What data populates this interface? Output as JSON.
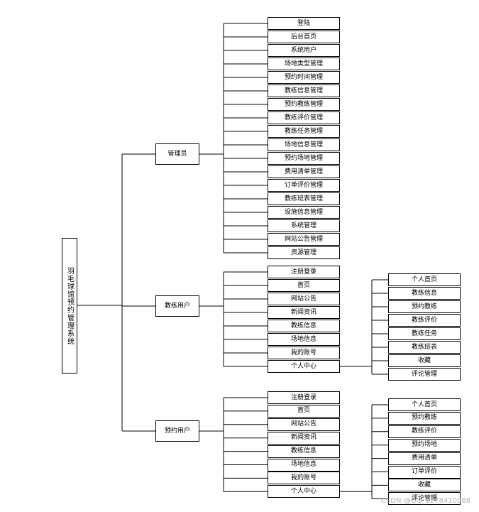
{
  "root": "羽毛球馆预约管理系统",
  "roles": [
    {
      "label": "管理员",
      "items": [
        "登陆",
        "后台首页",
        "系统用户",
        "场地类型管理",
        "预约时间管理",
        "教练信息管理",
        "预约教练管理",
        "教练评价管理",
        "教练任务管理",
        "场地信息管理",
        "预约场地管理",
        "费用清单管理",
        "订单评价管理",
        "教练班表管理",
        "设施信息管理",
        "系统管理",
        "网站公告管理",
        "资源管理"
      ],
      "sub": []
    },
    {
      "label": "教练用户",
      "items": [
        "注册登录",
        "首页",
        "网站公告",
        "新闻资讯",
        "教练信息",
        "场地信息",
        "我的账号",
        "个人中心"
      ],
      "sub": [
        "个人首页",
        "教练信息",
        "预约教练",
        "教练评价",
        "教练任务",
        "教练班表",
        "收藏",
        "评论管理"
      ]
    },
    {
      "label": "预约用户",
      "items": [
        "注册登录",
        "首页",
        "网站公告",
        "新闻资讯",
        "教练信息",
        "场地信息",
        "我的账号",
        "个人中心"
      ],
      "sub": [
        "个人首页",
        "预约教练",
        "教练评价",
        "预约场地",
        "费用清单",
        "订单评价",
        "收藏",
        "评论管理"
      ]
    }
  ],
  "watermark": "CSDN @QQ_1278410088"
}
